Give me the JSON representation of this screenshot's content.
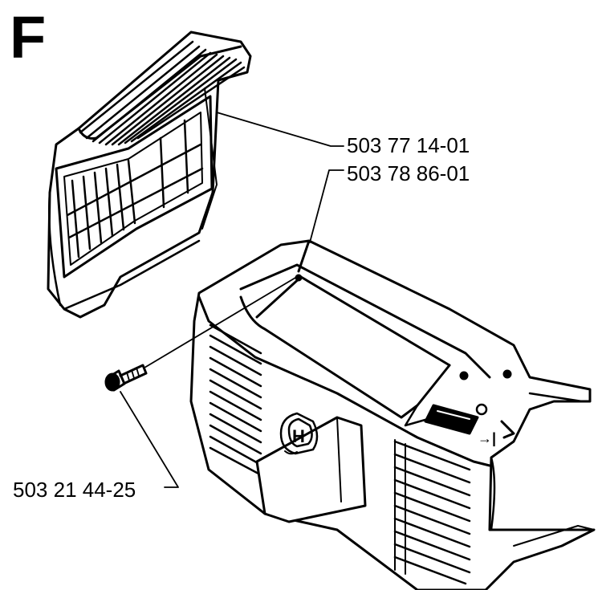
{
  "section_letter": "F",
  "parts": [
    {
      "id": "air-filter",
      "number": "503 77 14-01"
    },
    {
      "id": "cylinder-cover",
      "number": "503 78 86-01"
    },
    {
      "id": "screw",
      "number": "503 21 44-25"
    }
  ],
  "cover_markings": {
    "logo": "H",
    "choke_symbol": "→|"
  },
  "colors": {
    "ink": "#000000",
    "paper": "#ffffff"
  }
}
